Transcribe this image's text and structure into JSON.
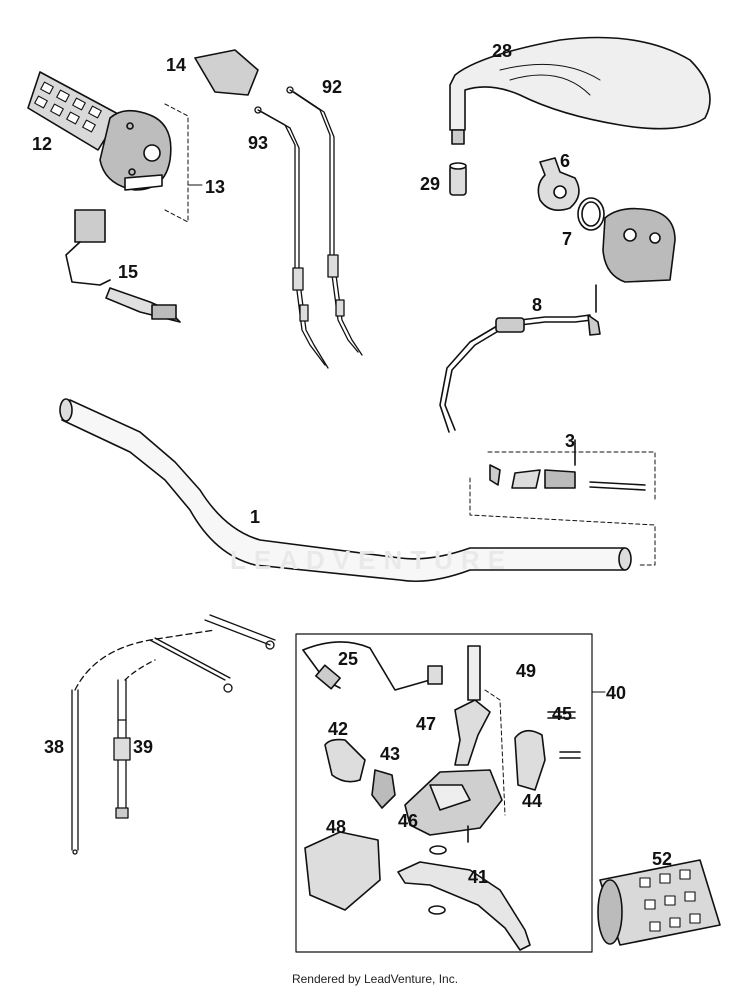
{
  "labels": [
    "1",
    "3",
    "6",
    "7",
    "8",
    "12",
    "13",
    "14",
    "15",
    "25",
    "28",
    "29",
    "38",
    "39",
    "40",
    "41",
    "42",
    "43",
    "44",
    "45",
    "46",
    "47",
    "48",
    "49",
    "52",
    "92",
    "93"
  ],
  "footer": "Rendered by LeadVenture, Inc.",
  "watermark": "LEADVENTURE"
}
